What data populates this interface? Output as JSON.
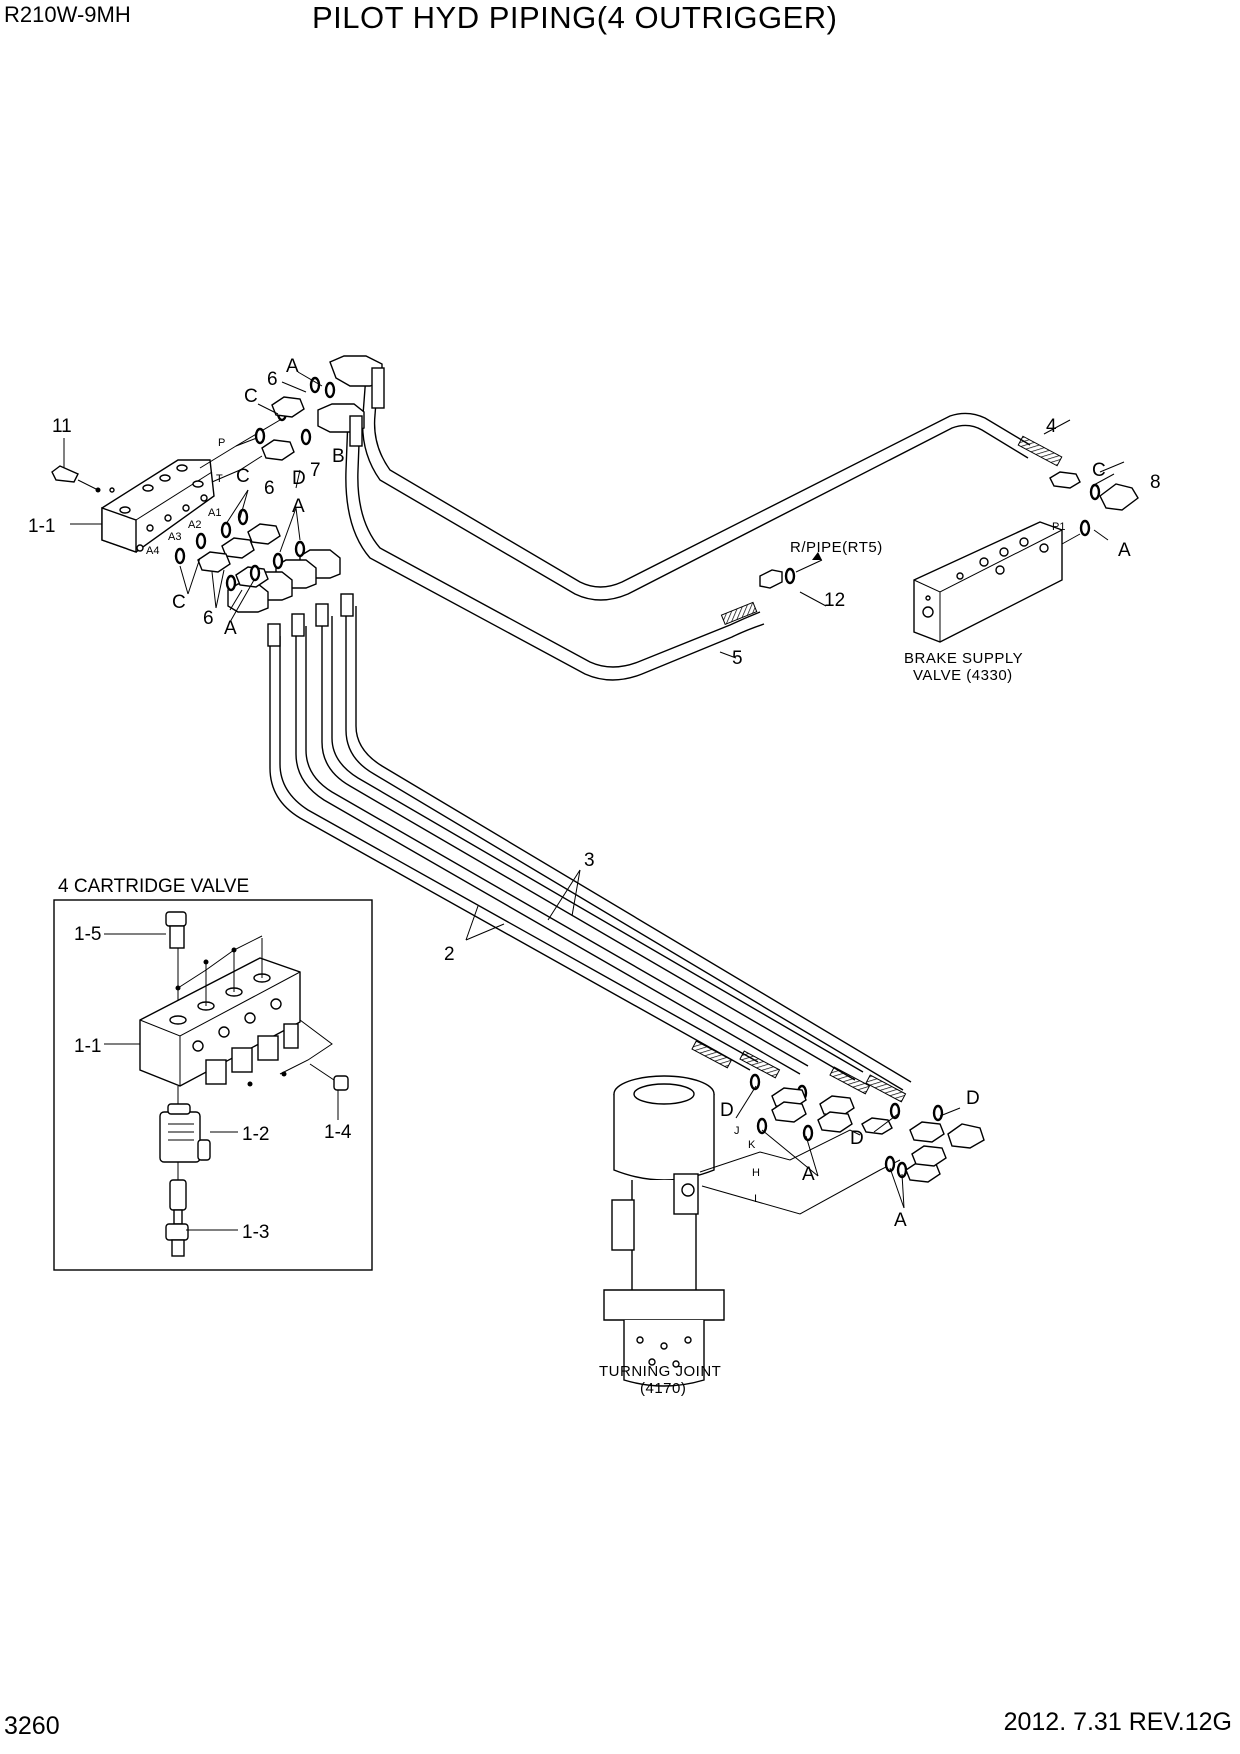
{
  "header": {
    "model": "R210W-9MH",
    "title": "PILOT HYD PIPING(4 OUTRIGGER)"
  },
  "footer": {
    "page_number": "3260",
    "revision": "2012. 7.31  REV.12G"
  },
  "callouts": {
    "c11": "11",
    "c1_1_main": "1-1",
    "c6_top": "6",
    "cA_top": "A",
    "cC_top": "C",
    "cB": "B",
    "cD_top": "D",
    "c7": "7",
    "cC_mid": "C",
    "c6_mid": "6",
    "cA_mid": "A",
    "cC_low": "C",
    "c6_low": "6",
    "cA_low": "A",
    "c4": "4",
    "cC_right": "C",
    "c8": "8",
    "cA_right": "A",
    "c12": "12",
    "c5": "5",
    "c3": "3",
    "c2": "2",
    "cD_tj1": "D",
    "cD_tj2": "D",
    "cD_tj3": "D",
    "cA_tj1": "A",
    "cA_tj2": "A"
  },
  "port_labels": {
    "P": "P",
    "T": "T",
    "A1": "A1",
    "A2": "A2",
    "A3": "A3",
    "A4": "A4",
    "P1": "P1",
    "J": "J",
    "K": "K",
    "H": "H",
    "I": "I"
  },
  "annotations": {
    "r_pipe": "R/PIPE(RT5)",
    "brake_line1": "BRAKE SUPPLY",
    "brake_line2": "VALVE (4330)",
    "tj_line1": "TURNING JOINT",
    "tj_line2": "(4170)"
  },
  "inset": {
    "title": "4 CARTRIDGE VALVE",
    "c1_5": "1-5",
    "c1_1": "1-1",
    "c1_2": "1-2",
    "c1_4": "1-4",
    "c1_3": "1-3"
  }
}
